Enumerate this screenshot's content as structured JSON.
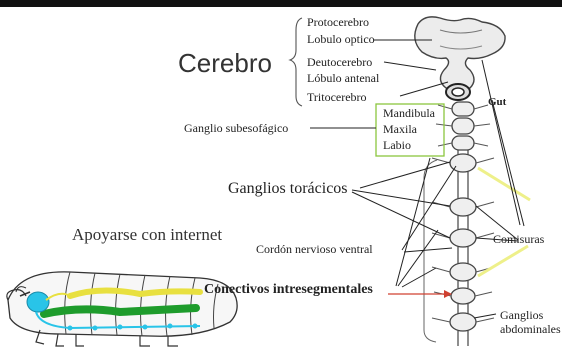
{
  "diagram": {
    "title_brain": "Cerebro",
    "brain_parts": {
      "protocerebro": "Protocerebro",
      "lobulo_optico": "Lobulo optico",
      "deutocerebro": "Deutocerebro",
      "lobulo_antenal": "Lóbulo antenal",
      "tritocerebro": "Tritocerebro"
    },
    "gut": "Gut",
    "subesofagico": "Ganglio subesofágico",
    "mouthparts": [
      "Mandibula",
      "Maxila",
      "Labio"
    ],
    "toracicos": "Ganglios  torácicos",
    "apoyarse": "Apoyarse con internet",
    "cordon": "Cordón nervioso ventral",
    "comisuras": "Comisuras",
    "conectivos": "Conectivos intresegmentales",
    "abdominales": [
      "Ganglios",
      "abdominales"
    ],
    "colors": {
      "lines": "#222222",
      "bracket_green": "#8cc63f",
      "larva_cyan": "#29c4e8",
      "larva_green": "#1e9c2c",
      "larva_yellow": "#e8e040",
      "highlight_yellow": "#eef08a",
      "arrow_red": "#d04030"
    }
  }
}
